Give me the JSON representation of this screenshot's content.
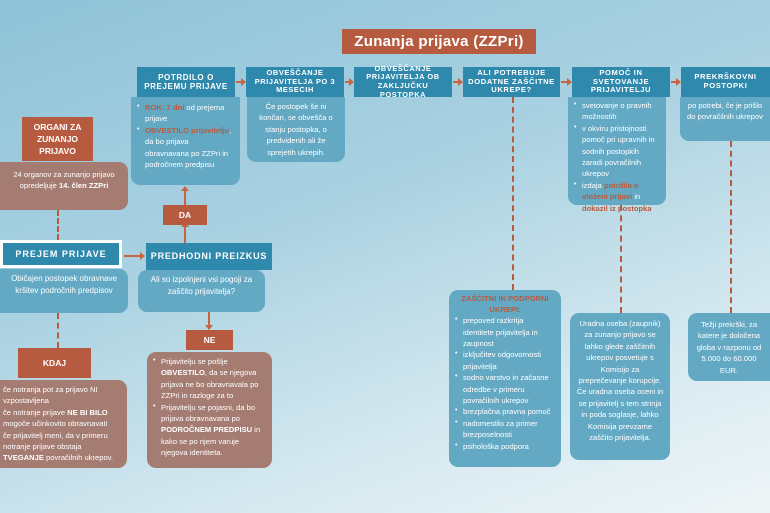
{
  "title": "Zunanja prijava (ZZPri)",
  "steps": {
    "potrdilo": {
      "title": "POTRDILO O PREJEMU PRIJAVE",
      "rok": "ROK: 7 dni",
      "rok_rest": " od prejema prijave",
      "obv1": "OBVESTILO prijavitelju",
      "obv_rest": ", da bo prijava obravnavana po ZZPri in področnem predpisu"
    },
    "obv3": {
      "title": "OBVEŠČANJE PRIJAVITELJA PO 3 MESECIH",
      "text": "Če postopek še ni končan, se obvešča o stanju postopka, o predvidenih ali že sprejetih ukrepih."
    },
    "obvKonec": {
      "title": "OBVEŠČANJE PRIJAVITELJA OB ZAKLJUČKU POSTOPKA"
    },
    "ukrepi": {
      "title": "ALI POTREBUJE DODATNE ZAŠČITNE UKREPE?"
    },
    "pomoc": {
      "title": "POMOČ IN SVETOVANJE PRIJAVITELJU",
      "i1": "svetovanje o pravnih možnostih",
      "i2": "v okviru pristojnosti pomoč pri upravnih in sodnih postopkih zaradi povračilnih ukrepov",
      "i3a": "izdaja ",
      "i3b": "potrdila o vloženi prijavi",
      "i3c": " in ",
      "i3d": "dokazil iz postopka",
      "i3e": "."
    },
    "prekrskovni": {
      "title": "PREKRŠKOVNI POSTOPKI",
      "text": "po potrebi, če je prišlo do povračilnih ukrepov"
    }
  },
  "organi": {
    "title": "ORGANI ZA ZUNANJO PRIJAVO",
    "t1": "24 organov za zunanjo prijavo opredeljuje ",
    "t2": "14. člen ZZPri"
  },
  "prejem": {
    "title": "PREJEM PRIJAVE",
    "text": "Običajen postopek obravnave kršitev področnih predpisov"
  },
  "predhodni": {
    "title": "PREDHODNI PREIZKUS",
    "text": "Ali so izpolnjeni vsi pogoji za zaščito prijavitelja?"
  },
  "da": "DA",
  "ne": {
    "label": "NE",
    "i1a": "Prijavitelju se pošlje ",
    "i1b": "OBVESTILO",
    "i1c": ", da se njegova prijava ne bo obravnavala po ZZPri in razloge za to",
    "i2a": "Prijavitelju se pojasni, da bo prijava obravnavana po ",
    "i2b": "PODROČNEM PREDPISU",
    "i2c": " in kako se po njem varuje njegova identiteta."
  },
  "kdaj": {
    "label": "KDAJ",
    "l1": "če notranja pot za prijavo NI vzpostavljena",
    "l2a": "če notranje prijave ",
    "l2b": "NE BI BILO",
    "l2c": " mogoče učinkovito obravnavati",
    "l3": "če prijavitelj meni, da v primeru notranje prijave obstaja ",
    "l3b": "TVEGANJE",
    "l3c": " povračilnih ukrepov."
  },
  "zascitni": {
    "title": "ZAŠČITNI IN PODPORNI UKREPI:",
    "items": [
      "prepoved razkritja identitete prijavitelja in zaupnost",
      "izključitev odgovornosti prijavitelja",
      "sodno varstvo in začasne odredbe v primeru povračilnih ukrepov",
      "brezplačna pravna pomoč",
      "nadomestilo za primer brezposelnosti",
      "psihološka podpora"
    ]
  },
  "uradna": "Uradna oseba (zaupnik) za zunanjo prijavo se lahko glede zaščitnih ukrepov posvetuje s Komisijo za preprečevanje korupcije. Če uradna oseba oceni in se prijavitelj s tem strinja in poda soglasje, lahko Komisija prevzame zaščito prijavitelja.",
  "tezji": "Težji prekrški, za katere je določena globa v razponu od 5.000 do 60.000 EUR."
}
